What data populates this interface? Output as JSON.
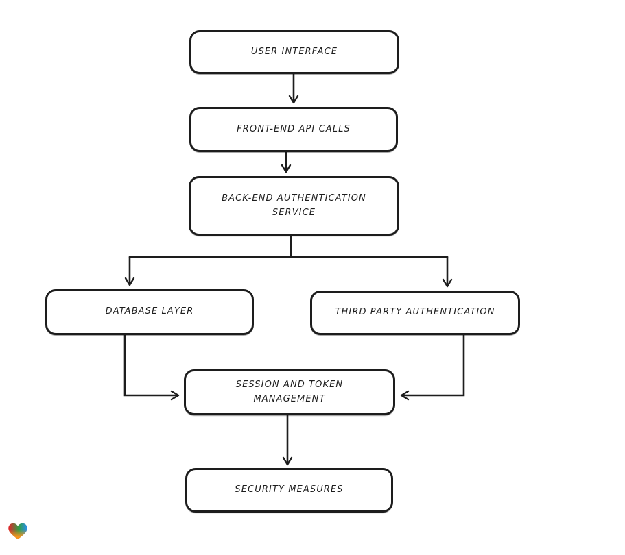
{
  "diagram": {
    "title": "authentication-flow-diagram",
    "style": {
      "stroke_color": "#1d1d1d",
      "box_fill": "#ffffff",
      "background": "#ffffff"
    },
    "nodes": [
      {
        "id": "user-interface",
        "lines": [
          "USER INTERFACE"
        ]
      },
      {
        "id": "front-end-api-calls",
        "lines": [
          "FRONT-END API CALLS"
        ]
      },
      {
        "id": "back-end-auth-service",
        "lines": [
          "BACK-END AUTHENTICATION",
          "SERVICE"
        ]
      },
      {
        "id": "database-layer",
        "lines": [
          "DATABASE LAYER"
        ]
      },
      {
        "id": "third-party-auth",
        "lines": [
          "THIRD PARTY AUTHENTICATION"
        ]
      },
      {
        "id": "session-token-mgmt",
        "lines": [
          "SESSION AND TOKEN",
          "MANAGEMENT"
        ]
      },
      {
        "id": "security-measures",
        "lines": [
          "SECURITY MEASURES"
        ]
      }
    ],
    "edges": [
      {
        "from": "user-interface",
        "to": "front-end-api-calls"
      },
      {
        "from": "front-end-api-calls",
        "to": "back-end-auth-service"
      },
      {
        "from": "back-end-auth-service",
        "to": "database-layer"
      },
      {
        "from": "back-end-auth-service",
        "to": "third-party-auth"
      },
      {
        "from": "database-layer",
        "to": "session-token-mgmt"
      },
      {
        "from": "third-party-auth",
        "to": "session-token-mgmt"
      },
      {
        "from": "session-token-mgmt",
        "to": "security-measures"
      }
    ]
  },
  "watermark": {
    "icon": "heart-logo",
    "colors": {
      "red": "#e62129",
      "green": "#2f9e44",
      "blue": "#2b8ff0",
      "orange": "#f7941d"
    }
  }
}
